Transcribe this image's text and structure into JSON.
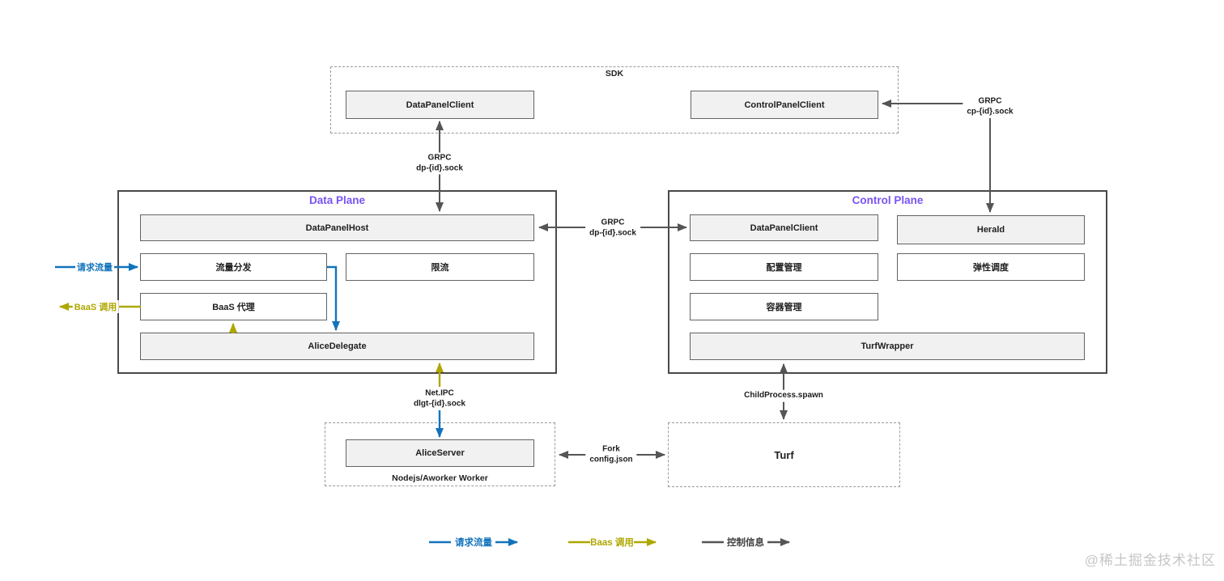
{
  "colors": {
    "request_blue": "#1273bc",
    "baas_olive": "#aea700",
    "control_gray": "#555555",
    "plane_title_purple": "#7a52f5",
    "node_fill_gray": "#f1f1f1",
    "watermark_gray": "#c6c6c6"
  },
  "sdk": {
    "title": "SDK",
    "data_panel_client": "DataPanelClient",
    "control_panel_client": "ControlPanelClient"
  },
  "data_plane": {
    "title": "Data Plane",
    "data_panel_host": "DataPanelHost",
    "traffic_dispatch": "流量分发",
    "rate_limit": "限流",
    "baas_proxy": "BaaS 代理",
    "alice_delegate": "AliceDelegate"
  },
  "control_plane": {
    "title": "Control Plane",
    "data_panel_client": "DataPanelClient",
    "herald": "Herald",
    "config_mgmt": "配置管理",
    "elastic_sched": "弹性调度",
    "container_mgmt": "容器管理",
    "turf_wrapper": "TurfWrapper"
  },
  "worker": {
    "title": "Nodejs/Aworker Worker",
    "alice_server": "AliceServer"
  },
  "turf": {
    "title": "Turf"
  },
  "connectors": {
    "grpc_dp_sdk": {
      "line1": "GRPC",
      "line2": "dp-{id}.sock"
    },
    "grpc_cp": {
      "line1": "GRPC",
      "line2": "cp-{id}.sock"
    },
    "grpc_dp_mid": {
      "line1": "GRPC",
      "line2": "dp-{id}.sock"
    },
    "net_ipc": {
      "line1": "Net.IPC",
      "line2": "dlgt-{id}.sock"
    },
    "child_process": "ChildProcess.spawn",
    "fork": {
      "line1": "Fork",
      "line2": "config.json"
    }
  },
  "side_labels": {
    "request_traffic": "请求流量",
    "baas_call": "BaaS 调用"
  },
  "legend": {
    "items": [
      {
        "label": "请求流量",
        "color": "#1273bc"
      },
      {
        "label": "Baas 调用",
        "color": "#aea700"
      },
      {
        "label": "控制信息",
        "color": "#555555"
      }
    ]
  },
  "watermark": "@稀土掘金技术社区"
}
